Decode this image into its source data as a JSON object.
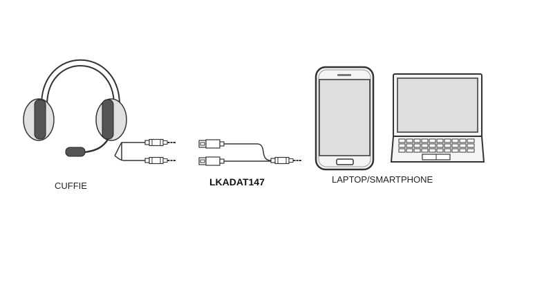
{
  "labels": {
    "headset": "CUFFIE",
    "adapter": "LKADAT147",
    "devices": "LAPTOP/SMARTPHONE"
  },
  "icons": [
    "headset-icon",
    "cable-icon",
    "splitter-adapter-icon",
    "smartphone-icon",
    "laptop-icon"
  ],
  "colors": {
    "outline": "#333333",
    "ear_cup": "#555555",
    "cushion": "#e0e0e0",
    "screen": "#dedede",
    "body": "#f4f4f4"
  }
}
